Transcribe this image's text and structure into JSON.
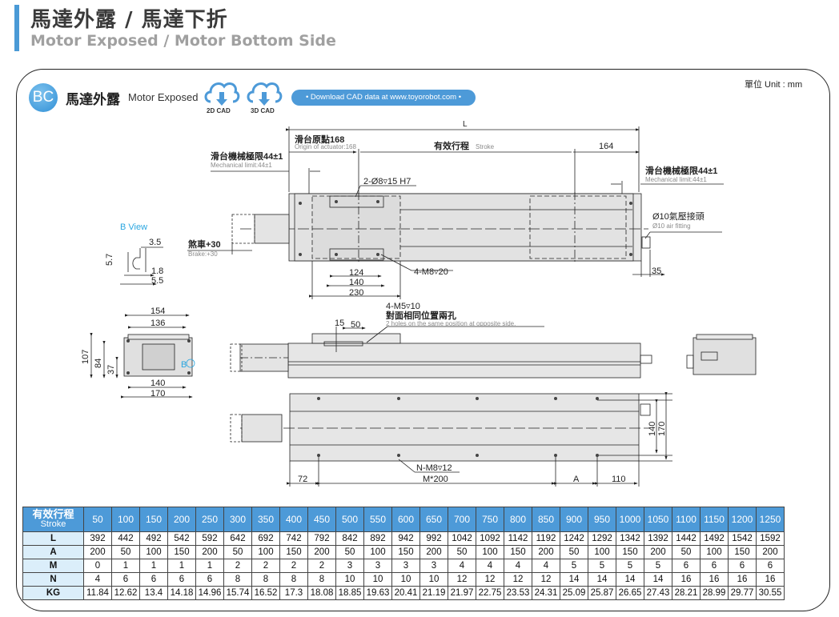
{
  "header": {
    "title": "馬達外露 / 馬達下折",
    "subtitle": "Motor Exposed / Motor Bottom Side",
    "accent_color": "#4a9ad6"
  },
  "section": {
    "badge": "BC",
    "title_zh": "馬達外露",
    "title_en": "Motor Exposed",
    "cad_2d_label": "2D CAD",
    "cad_3d_label": "3D CAD",
    "cad_icon": "cloud-download-icon",
    "download_text": "• Download CAD data at www.toyorobot.com •",
    "unit": "單位 Unit : mm"
  },
  "drawing": {
    "top_view": {
      "L": "L",
      "origin_zh": "滑台原點168",
      "origin_en": "Origin of actuator:168",
      "stroke_zh": "有效行程",
      "stroke_en": "Stroke",
      "dim_164": "164",
      "mech_left_zh": "滑台機械極限44±1",
      "mech_left_en": "Mechanical limit:44±1",
      "mech_right_zh": "滑台機械極限44±1",
      "mech_right_en": "Mechanical limit:44±1",
      "pin_hole": "2-Ø8▿15 H7",
      "air_zh": "Ø10氣壓接頭",
      "air_en": "Ø10 air fitting",
      "brake_zh": "煞車+30",
      "brake_en": "Brake:+30",
      "tap": "4-M8▿20",
      "dim_124": "124",
      "dim_140": "140",
      "dim_230": "230",
      "dim_35": "35"
    },
    "b_view": {
      "title": "B View",
      "dim_3_5": "3.5",
      "dim_5_7": "5.7",
      "dim_1_8": "1.8",
      "dim_5_5": "5.5"
    },
    "end_view": {
      "dim_154": "154",
      "dim_136": "136",
      "dim_107": "107",
      "dim_84": "84",
      "dim_37": "37",
      "dim_140": "140",
      "dim_170": "170",
      "b_marker": "B"
    },
    "side_view": {
      "tap_label": "4-M5▿10",
      "tap_zh": "對面相同位置兩孔",
      "tap_en": "2 holes on the same position at opposite side.",
      "dim_15": "15",
      "dim_50": "50"
    },
    "bottom_view": {
      "tap": "N-M8▿12",
      "dim_72": "72",
      "dim_m200": "M*200",
      "dim_A": "A",
      "dim_110": "110",
      "dim_140": "140",
      "dim_170": "170"
    }
  },
  "table": {
    "header_zh": "有效行程",
    "header_en": "Stroke",
    "strokes": [
      "50",
      "100",
      "150",
      "200",
      "250",
      "300",
      "350",
      "400",
      "450",
      "500",
      "550",
      "600",
      "650",
      "700",
      "750",
      "800",
      "850",
      "900",
      "950",
      "1000",
      "1050",
      "1100",
      "1150",
      "1200",
      "1250"
    ],
    "rows": [
      {
        "label": "L",
        "values": [
          "392",
          "442",
          "492",
          "542",
          "592",
          "642",
          "692",
          "742",
          "792",
          "842",
          "892",
          "942",
          "992",
          "1042",
          "1092",
          "1142",
          "1192",
          "1242",
          "1292",
          "1342",
          "1392",
          "1442",
          "1492",
          "1542",
          "1592"
        ]
      },
      {
        "label": "A",
        "values": [
          "200",
          "50",
          "100",
          "150",
          "200",
          "50",
          "100",
          "150",
          "200",
          "50",
          "100",
          "150",
          "200",
          "50",
          "100",
          "150",
          "200",
          "50",
          "100",
          "150",
          "200",
          "50",
          "100",
          "150",
          "200"
        ]
      },
      {
        "label": "M",
        "values": [
          "0",
          "1",
          "1",
          "1",
          "1",
          "2",
          "2",
          "2",
          "2",
          "3",
          "3",
          "3",
          "3",
          "4",
          "4",
          "4",
          "4",
          "5",
          "5",
          "5",
          "5",
          "6",
          "6",
          "6",
          "6"
        ]
      },
      {
        "label": "N",
        "values": [
          "4",
          "6",
          "6",
          "6",
          "6",
          "8",
          "8",
          "8",
          "8",
          "10",
          "10",
          "10",
          "10",
          "12",
          "12",
          "12",
          "12",
          "14",
          "14",
          "14",
          "14",
          "16",
          "16",
          "16",
          "16"
        ]
      },
      {
        "label": "KG",
        "values": [
          "11.84",
          "12.62",
          "13.4",
          "14.18",
          "14.96",
          "15.74",
          "16.52",
          "17.3",
          "18.08",
          "18.85",
          "19.63",
          "20.41",
          "21.19",
          "21.97",
          "22.75",
          "23.53",
          "24.31",
          "25.09",
          "25.87",
          "26.65",
          "27.43",
          "28.21",
          "28.99",
          "29.77",
          "30.55"
        ]
      }
    ]
  }
}
